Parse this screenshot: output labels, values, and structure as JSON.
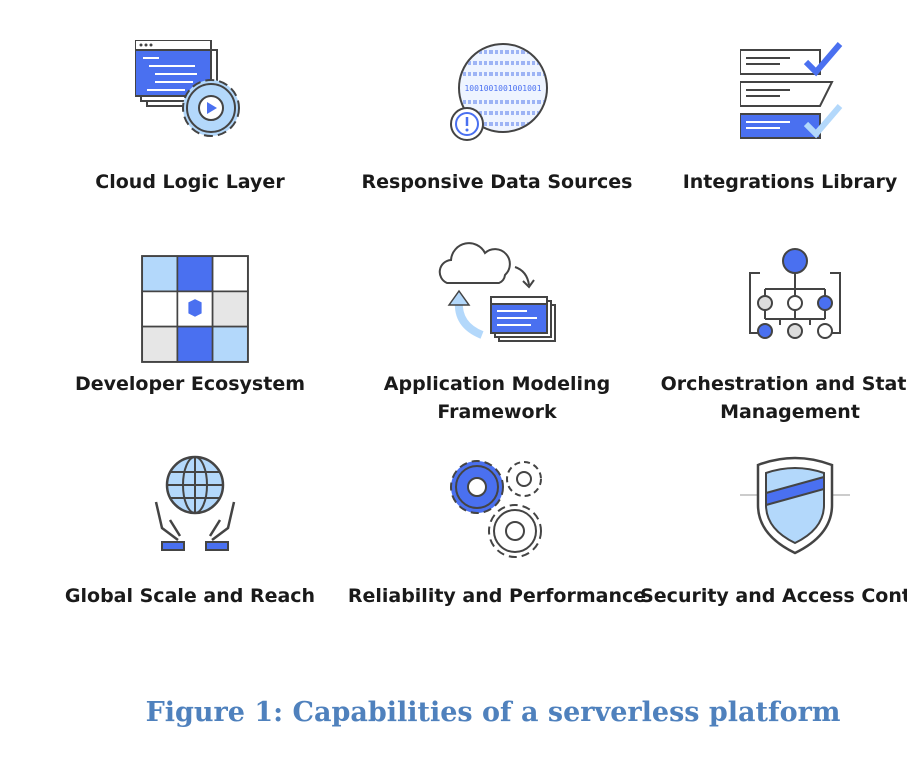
{
  "colors": {
    "blue": "#4a70f0",
    "light_blue": "#b3d8fb",
    "outline": "#444444",
    "caption": "#4f81bd"
  },
  "items": [
    {
      "label": "Cloud Logic Layer",
      "icon": "window-gear-icon"
    },
    {
      "label": "Responsive Data Sources",
      "icon": "binary-globe-alert-icon"
    },
    {
      "label": "Integrations Library",
      "icon": "checklist-icon"
    },
    {
      "label": "Developer Ecosystem",
      "icon": "puzzle-icon"
    },
    {
      "label": "Application Modeling Framework",
      "icon": "cloud-sync-icon"
    },
    {
      "label": "Orchestration and State Management",
      "icon": "hierarchy-icon"
    },
    {
      "label": "Global Scale and Reach",
      "icon": "globe-hands-icon"
    },
    {
      "label": "Reliability and Performance",
      "icon": "gears-icon"
    },
    {
      "label": "Security and Access Control",
      "icon": "shield-icon"
    }
  ],
  "binary_text": "1001001001001001",
  "caption": "Figure 1: Capabilities of a serverless platform"
}
